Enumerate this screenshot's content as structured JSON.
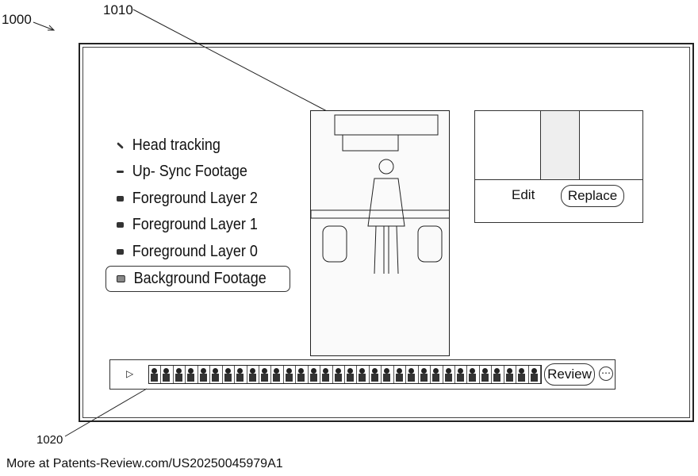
{
  "refs": {
    "figure": "1000",
    "video": "1010",
    "timeline": "1020"
  },
  "layers": [
    {
      "label": "Head tracking",
      "icon": "head-tracking-icon"
    },
    {
      "label": "Up- Sync Footage",
      "icon": "lip-sync-icon"
    },
    {
      "label": "Foreground Layer 2",
      "icon": "layer-icon"
    },
    {
      "label": "Foreground Layer 1",
      "icon": "layer-icon"
    },
    {
      "label": "Foreground Layer 0",
      "icon": "layer-icon"
    },
    {
      "label": "Background Footage",
      "icon": "image-icon",
      "selected": true
    }
  ],
  "panel": {
    "edit": "Edit",
    "replace": "Replace"
  },
  "timeline": {
    "play": "▷",
    "review": "Review",
    "more": "⋯",
    "frame_count": 32
  },
  "footer": "More at Patents-Review.com/US20250045979A1"
}
